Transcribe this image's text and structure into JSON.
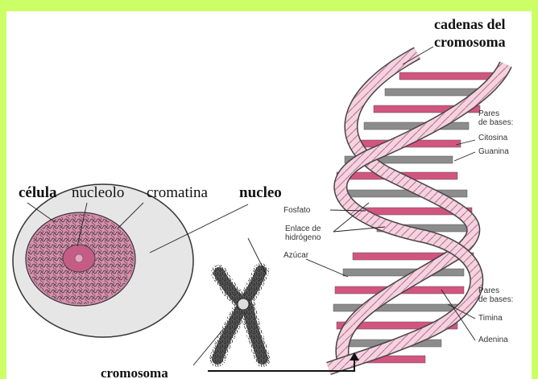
{
  "labels": {
    "celula": "célula",
    "nucleolo": "nucleolo",
    "cromatina": "cromatina",
    "nucleo": "nucleo",
    "cromosoma": "cromosoma",
    "cadenas_line1": "cadenas del",
    "cadenas_line2": "cromosoma",
    "pares_top_line1": "Pares",
    "pares_top_line2": "de bases:",
    "citosina": "Citosina",
    "guanina": "Guanina",
    "fosfato": "Fosfato",
    "enlace_line1": "Enlace de",
    "enlace_line2": "hidrógeno",
    "azucar": "Azúcar",
    "pares_bottom_line1": "Pares",
    "pares_bottom_line2": "de bases:",
    "timina": "Timina",
    "adenina": "Adenina"
  },
  "colors": {
    "page_border": "#ccff66",
    "base_pink": "#d2557f",
    "base_gray": "#8c8c8c",
    "strand_pink": "#e7a6bd",
    "nucleus_pink": "#d98fae"
  }
}
